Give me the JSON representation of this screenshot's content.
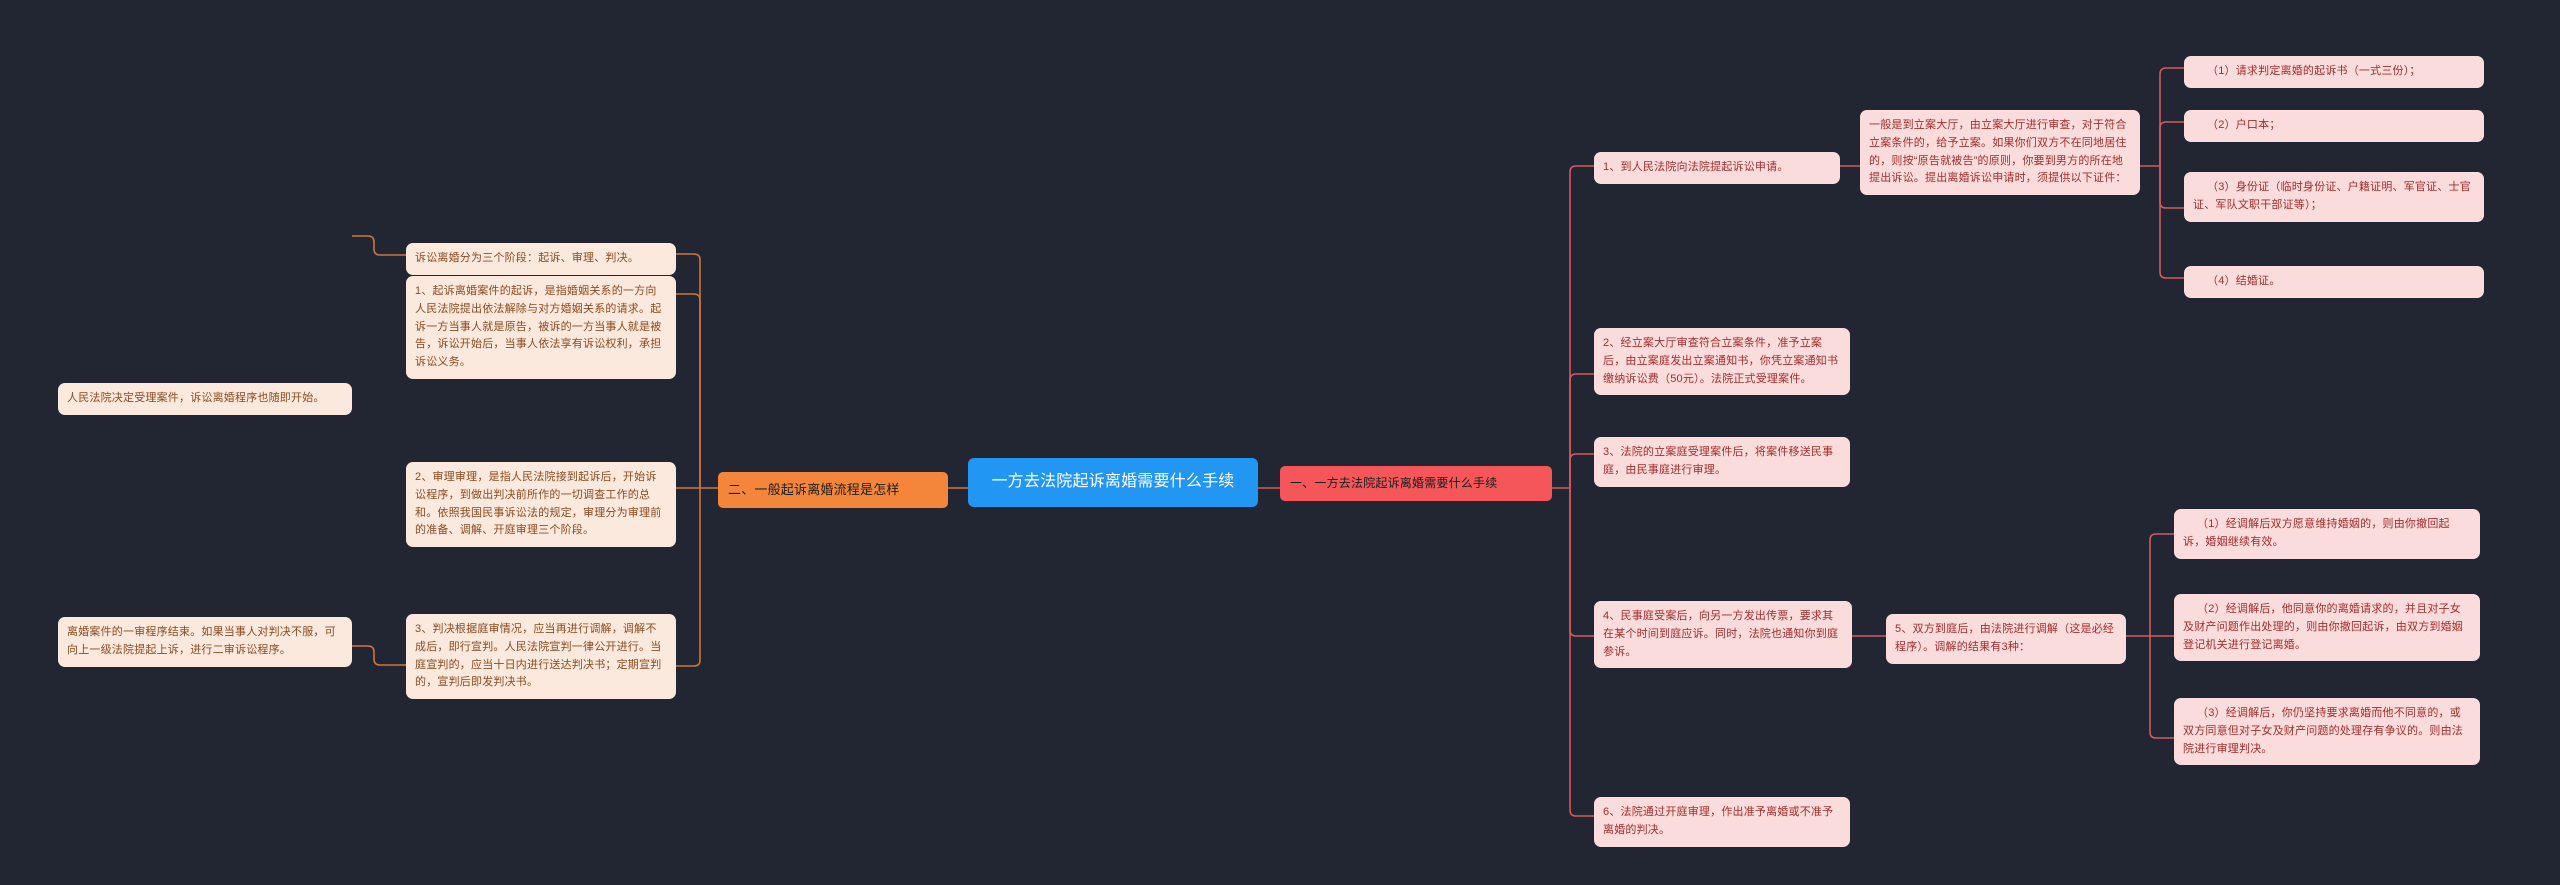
{
  "theme": {
    "background": "#222633",
    "center_fill": "#2196f3",
    "center_text": "#ffffff",
    "orange_topic_fill": "#f4863c",
    "red_topic_fill": "#f4565a",
    "orange_leaf_fill": "#fae9dc",
    "orange_leaf_text": "#8a4a22",
    "red_leaf_fill": "#fbdcdc",
    "red_leaf_text": "#a12d2d",
    "orange_wire": "#c9763c",
    "red_wire": "#d05a5e"
  },
  "center": {
    "title": "一方去法院起诉离婚需要什么手续"
  },
  "left_branch": {
    "topic": "二、一般起诉离婚流程是怎样",
    "stages_note": "诉讼离婚分为三个阶段：起诉、审理、判决。",
    "items": [
      {
        "text": "1、起诉离婚案件的起诉，是指婚姻关系的一方向人民法院提出依法解除与对方婚姻关系的请求。起诉一方当事人就是原告，被诉的一方当事人就是被告，诉讼开始后，当事人依法享有诉讼权利，承担诉讼义务。",
        "child": "人民法院决定受理案件，诉讼离婚程序也随即开始。"
      },
      {
        "text": "2、审理审理，是指人民法院接到起诉后，开始诉讼程序，到做出判决前所作的一切调查工作的总和。依照我国民事诉讼法的规定，审理分为审理前的准备、调解、开庭审理三个阶段。",
        "child": ""
      },
      {
        "text": "3、判决根据庭审情况，应当再进行调解，调解不成后，即行宣判。人民法院宣判一律公开进行。当庭宣判的，应当十日内进行送达判决书；定期宣判的，宣判后即发判决书。",
        "child": "离婚案件的一审程序结束。如果当事人对判决不服，可向上一级法院提起上诉，进行二审诉讼程序。"
      }
    ]
  },
  "right_branch": {
    "topic": "一、一方去法院起诉离婚需要什么手续",
    "items": [
      {
        "text": "1、到人民法院向法院提起诉讼申请。",
        "detail": "一般是到立案大厅，由立案大厅进行审查，对于符合立案条件的，给予立案。如果你们双方不在同地居住的，则按“原告就被告”的原则，你要到男方的所在地提出诉讼。提出离婚诉讼申请时，须提供以下证件：",
        "documents": [
          "（1）请求判定离婚的起诉书（一式三份）；",
          "（2）户口本；",
          "（3）身份证（临时身份证、户籍证明、军官证、士官证、军队文职干部证等）；",
          "（4）结婚证。"
        ]
      },
      {
        "text": "2、经立案大厅审查符合立案条件，准予立案后，由立案庭发出立案通知书，你凭立案通知书缴纳诉讼费（50元）。法院正式受理案件。"
      },
      {
        "text": "3、法院的立案庭受理案件后，将案件移送民事庭，由民事庭进行审理。"
      },
      {
        "text": "4、民事庭受案后，向另一方发出传票，要求其在某个时间到庭应诉。同时，法院也通知你到庭参诉。",
        "detail": "5、双方到庭后，由法院进行调解（这是必经程序）。调解的结果有3种：",
        "outcomes": [
          "（1）经调解后双方愿意维持婚姻的，则由你撤回起诉，婚姻继续有效。",
          "（2）经调解后，他同意你的离婚请求的，并且对子女及财产问题作出处理的，则由你撤回起诉，由双方到婚姻登记机关进行登记离婚。",
          "（3）经调解后，你仍坚持要求离婚而他不同意的，或双方同意但对子女及财产问题的处理存有争议的。则由法院进行审理判决。"
        ]
      },
      {
        "text": "6、法院通过开庭审理，作出准予离婚或不准予离婚的判决。"
      }
    ]
  }
}
